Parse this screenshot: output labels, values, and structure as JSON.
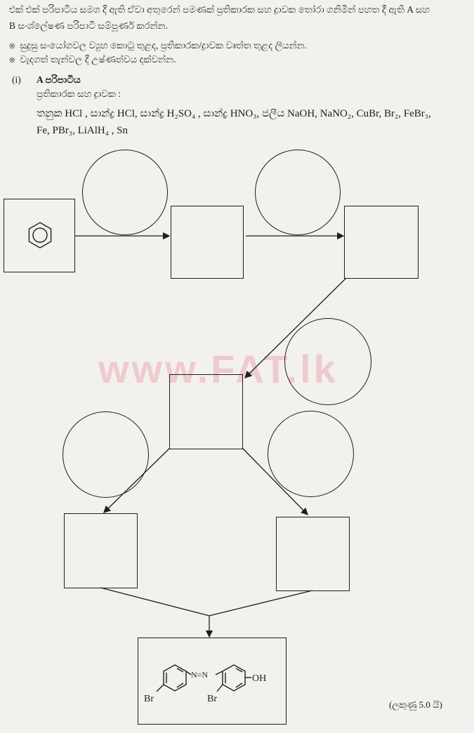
{
  "intro": {
    "line1": "එක් එක් පරිපාටිය සමග දී ඇති ඒවා අතුරෙන් පමණක් ප්‍රතිකාරක සහ ද්‍රාවක තෝරා ගනිමින් පහත දී ඇති A සහ",
    "line2": "B සංශ්ලේෂණ පරිපාටි සම්පූර්ණ කරන්න."
  },
  "notes": [
    {
      "mark": "※",
      "text": "සුදුසු සංයෝගවල ව්‍යුහ කොටු තුළද, ප්‍රතිකාරක/ද්‍රාවක වෘත්ත තුළද ලියන්න."
    },
    {
      "mark": "※",
      "text": "වැදගත් තැන්වල දී උෂ්ණත්වය දක්වන්න."
    }
  ],
  "part": {
    "number": "(i)",
    "title": "A පරිපාටිය",
    "subtitle": "ප්‍රතිකාරක සහ ද්‍රාවක :"
  },
  "reagents": {
    "line1": "තනුක HCl , සාන්ද්‍ර HCl, සාන්ද්‍ර H₂SO₄ , සාන්ද්‍ර HNO₃, ජලීය NaOH, NaNO₂, CuBr, Br₂, FeBr₃,",
    "line2": "Fe, PBr₃, LiAlH₄ , Sn"
  },
  "watermark": "www.FAT.lk",
  "product": {
    "substituent": "OH",
    "bromine_left": "Br",
    "bromine_right": "Br",
    "azo": "N=N"
  },
  "marks": "(ලකුණු 5.0 යි)"
}
